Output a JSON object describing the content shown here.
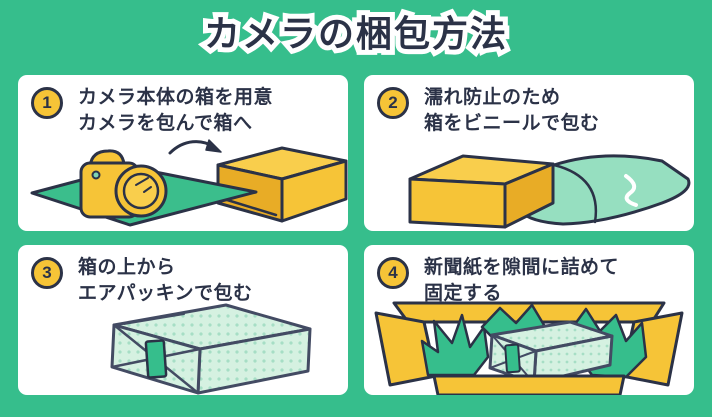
{
  "title": "カメラの梱包方法",
  "steps": [
    {
      "number": "1",
      "line1": "カメラ本体の箱を用意",
      "line2": "カメラを包んで箱へ",
      "illustration": "camera-on-wrapping-cloth-with-arrow-into-box"
    },
    {
      "number": "2",
      "line1": "濡れ防止のため",
      "line2": "箱をビニールで包む",
      "illustration": "cardboard-box-beside-vinyl-bag"
    },
    {
      "number": "3",
      "line1": "箱の上から",
      "line2": "エアパッキンで包む",
      "illustration": "box-wrapped-in-bubble-wrap-with-tape"
    },
    {
      "number": "4",
      "line1": "新聞紙を隙間に詰めて",
      "line2": "固定する",
      "illustration": "open-box-stuffed-with-crumpled-newspaper-around-wrapped-package"
    }
  ],
  "colors": {
    "background": "#36BE8C",
    "card": "#FFFFFF",
    "ink": "#2B3247",
    "badge_yellow": "#F6C437",
    "box_yellow": "#F6C437",
    "box_yellow_light": "#F9CE4C",
    "box_yellow_dark": "#E8AC26",
    "vinyl_mint": "#96DFC0",
    "bubble_wrap_mint": "#D5F1E1",
    "paper_green": "#36BE8C",
    "tape_green": "#36BE8C"
  }
}
